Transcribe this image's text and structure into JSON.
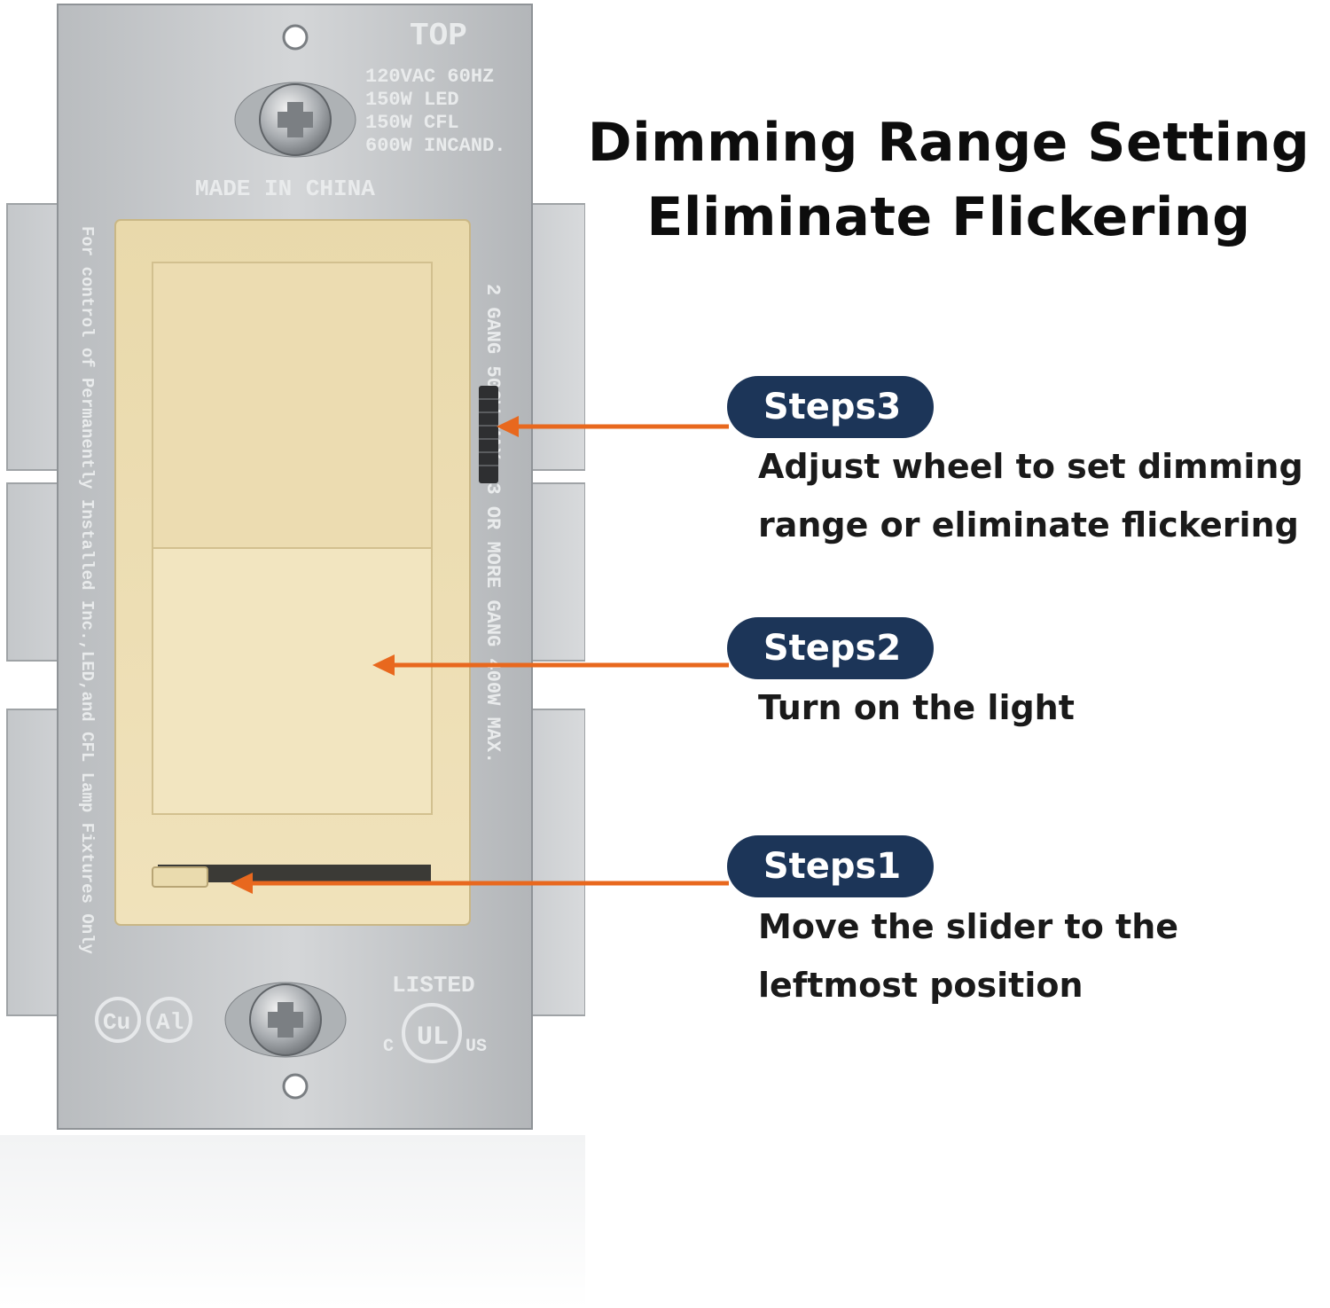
{
  "title": {
    "line1": "Dimming Range Setting",
    "line2": "Eliminate Flickering"
  },
  "steps": [
    {
      "badge": "Steps3",
      "line1": "Adjust wheel to set dimming",
      "line2": "range or eliminate flickering"
    },
    {
      "badge": "Steps2",
      "line1": "Turn on the light"
    },
    {
      "badge": "Steps1",
      "line1": "Move the slider to the",
      "line2": "leftmost position"
    }
  ],
  "plate": {
    "top": "TOP",
    "rating_line1": "120VAC 60HZ",
    "rating_line2": "150W LED",
    "rating_line3": "150W CFL",
    "rating_line4": "600W INCAND.",
    "made_in": "MADE IN CHINA",
    "left_edge": "For control of Permanently Installed Inc.,LED,and CFL Lamp Fixtures Only",
    "right_edge": "2 GANG 500W MAX. 3 OR MORE GANG 400W MAX.",
    "listed": "LISTED",
    "cu": "Cu",
    "al": "Al",
    "ul": "UL",
    "c": "C",
    "us": "US"
  },
  "colors": {
    "badge": "#1c3558",
    "arrow": "#e8681e",
    "switch": "#eedfb4",
    "plate": "#c9ccce"
  },
  "icons": [
    "screw-icon",
    "mounting-hole-icon",
    "ul-listed-mark-icon"
  ]
}
